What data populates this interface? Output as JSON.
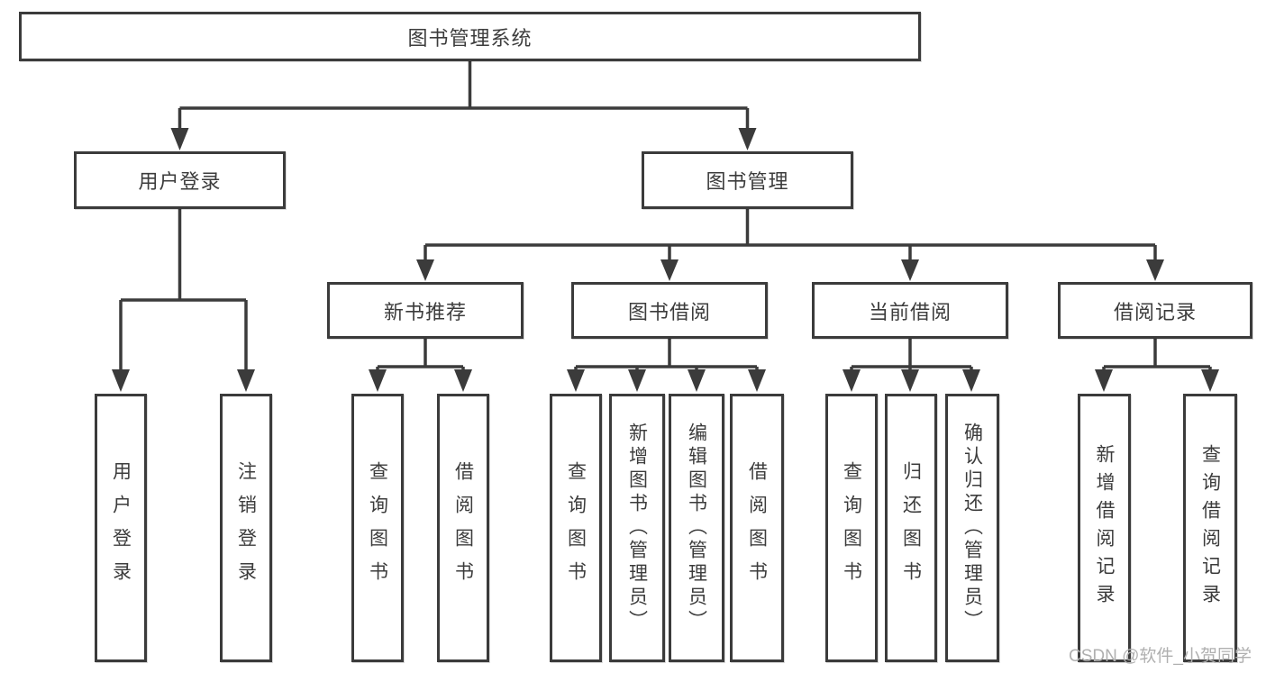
{
  "diagram": {
    "tree": {
      "root": {
        "label": "图书管理系统"
      },
      "level2": [
        {
          "label": "用户登录",
          "children": [
            {
              "label": "用户登录"
            },
            {
              "label": "注销登录"
            }
          ]
        },
        {
          "label": "图书管理",
          "children": [
            {
              "label": "新书推荐",
              "children": [
                {
                  "label": "查询图书"
                },
                {
                  "label": "借阅图书"
                }
              ]
            },
            {
              "label": "图书借阅",
              "children": [
                {
                  "label": "查询图书"
                },
                {
                  "label": "新增图书（管理员）"
                },
                {
                  "label": "编辑图书（管理员）"
                },
                {
                  "label": "借阅图书"
                }
              ]
            },
            {
              "label": "当前借阅",
              "children": [
                {
                  "label": "查询图书"
                },
                {
                  "label": "归还图书"
                },
                {
                  "label": "确认归还（管理员）"
                }
              ]
            },
            {
              "label": "借阅记录",
              "children": [
                {
                  "label": "新增借阅记录"
                },
                {
                  "label": "查询借阅记录"
                }
              ]
            }
          ]
        }
      ]
    },
    "colors": {
      "line": "#3b3b3b",
      "box_border": "#3b3b3b",
      "text": "#3c3c3c",
      "watermark": "#b0b0b0",
      "background": "#ffffff"
    }
  },
  "watermark": {
    "text": "CSDN @软件_小贺同学"
  }
}
